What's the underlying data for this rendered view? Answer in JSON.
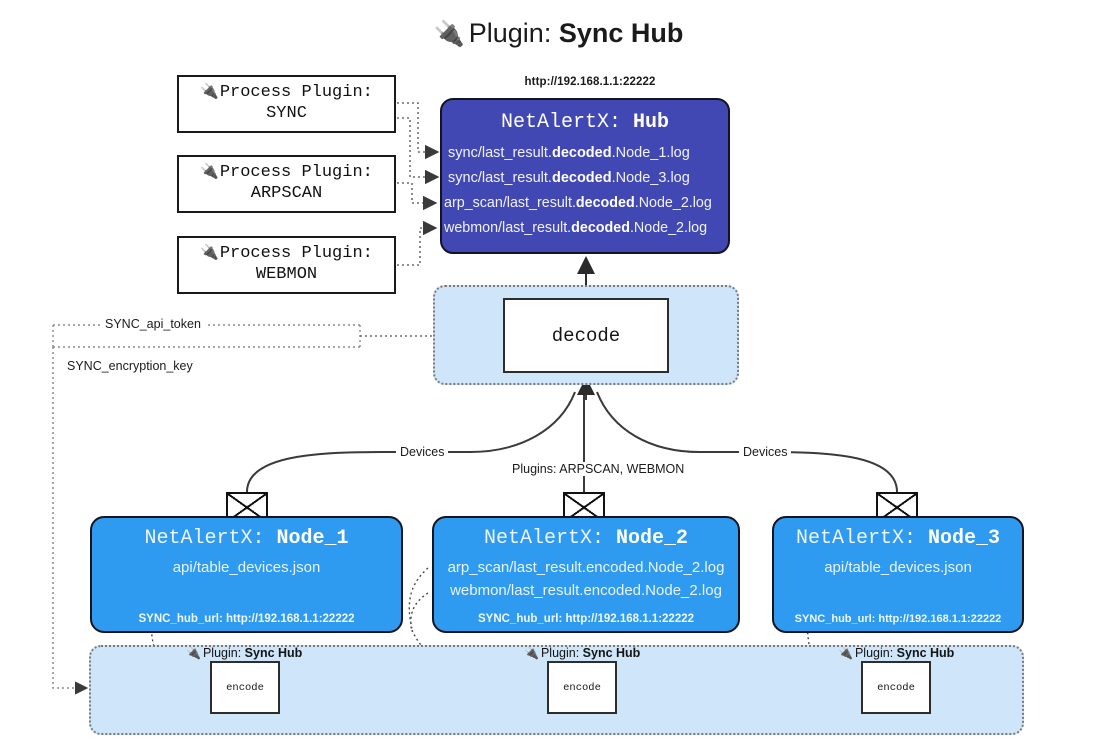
{
  "title": {
    "icon": "plug-icon",
    "prefix": "Plugin:",
    "name": "Sync Hub"
  },
  "process_plugins": [
    {
      "icon": "plug-icon",
      "line1": "Process Plugin:",
      "line2": "SYNC"
    },
    {
      "icon": "plug-icon",
      "line1": "Process Plugin:",
      "line2": "ARPSCAN"
    },
    {
      "icon": "plug-icon",
      "line1": "Process Plugin:",
      "line2": "WEBMON"
    }
  ],
  "hub": {
    "url": "http://192.168.1.1:22222",
    "title_prefix": "NetAlertX:",
    "title_name": "Hub",
    "logs": [
      {
        "pre": "sync/last_result.",
        "em": "decoded",
        "post": ".Node_1.log"
      },
      {
        "pre": "sync/last_result.",
        "em": "decoded",
        "post": ".Node_3.log"
      },
      {
        "pre": "arp_scan/last_result.",
        "em": "decoded",
        "post": ".Node_2.log"
      },
      {
        "pre": "webmon/last_result.",
        "em": "decoded",
        "post": ".Node_2.log"
      }
    ],
    "color": "#4148b3"
  },
  "decode": {
    "label": "decode",
    "container_color": "#cfe6fa"
  },
  "edge_labels": {
    "api_token": "SYNC_api_token",
    "encryption_key": "SYNC_encryption_key",
    "devices_left": "Devices",
    "devices_right": "Devices",
    "plugins_center": "Plugins: ARPSCAN, WEBMON"
  },
  "nodes": [
    {
      "title_prefix": "NetAlertX:",
      "title_name": "Node_1",
      "lines": [
        "api/table_devices.json"
      ],
      "foot": "SYNC_hub_url: http://192.168.1.1:22222",
      "color": "#2e9bf0"
    },
    {
      "title_prefix": "NetAlertX:",
      "title_name": "Node_2",
      "lines": [
        "arp_scan/last_result.encoded.Node_2.log",
        "webmon/last_result.encoded.Node_2.log"
      ],
      "foot": "SYNC_hub_url: http://192.168.1.1:22222",
      "color": "#2e9bf0"
    },
    {
      "title_prefix": "NetAlertX:",
      "title_name": "Node_3",
      "lines": [
        "api/table_devices.json"
      ],
      "foot": "SYNC_hub_url: http://192.168.1.1:22222",
      "color": "#2e9bf0"
    }
  ],
  "encoders": [
    {
      "icon": "plug-icon",
      "label_prefix": "Plugin:",
      "label_name": "Sync Hub",
      "box_label": "encode"
    },
    {
      "icon": "plug-icon",
      "label_prefix": "Plugin:",
      "label_name": "Sync Hub",
      "box_label": "encode"
    },
    {
      "icon": "plug-icon",
      "label_prefix": "Plugin:",
      "label_name": "Sync Hub",
      "box_label": "encode"
    }
  ]
}
